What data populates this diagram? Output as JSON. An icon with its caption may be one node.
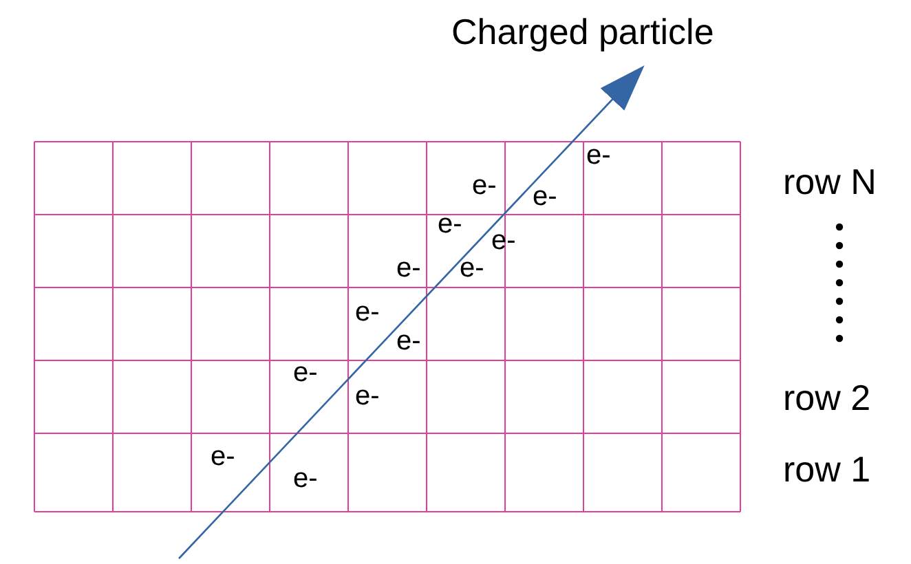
{
  "diagram": {
    "labels": [
      "Charged particle",
      "e-",
      "e-",
      "e-",
      "e-",
      "e-",
      "e-",
      "e-",
      "e-",
      "e-",
      "e-",
      "e-",
      "e-",
      "e-",
      "row N",
      "row 2",
      "row 1"
    ]
  }
}
